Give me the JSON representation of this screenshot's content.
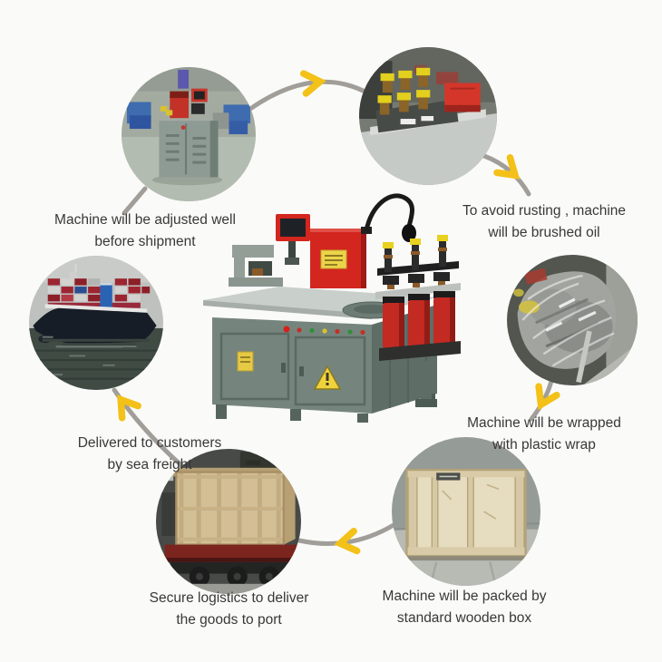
{
  "colors": {
    "page-bg": "#fafaf8",
    "text-color": "#383838",
    "arrow-gray": "#a19e99",
    "chevron-yellow": "#f3c117",
    "machine-red": "#d3261f",
    "machine-body": "#75857e",
    "crate-wood": "#d6c29a",
    "plywood": "#e6dcc0",
    "ship-hull": "#161d27"
  },
  "center": {
    "image": "busbar-machine-photo"
  },
  "steps": [
    {
      "id": "adjusted",
      "image": "machine-adjusted-photo",
      "caption": "Machine will be adjusted well\nbefore shipment"
    },
    {
      "id": "oiled",
      "image": "machine-oil-brush-photo",
      "caption": "To avoid rusting , machine\nwill be brushed oil"
    },
    {
      "id": "wrapped",
      "image": "machine-wrapped-photo",
      "caption": "Machine will be wrapped\nwith plastic wrap"
    },
    {
      "id": "boxed",
      "image": "wooden-box-photo",
      "caption": "Machine will be packed by\nstandard wooden box"
    },
    {
      "id": "logistics",
      "image": "truck-crate-photo",
      "caption": "Secure logistics to deliver\nthe goods to port"
    },
    {
      "id": "sea-freight",
      "image": "container-ship-photo",
      "caption": "Delivered to customers\nby sea freight"
    }
  ]
}
